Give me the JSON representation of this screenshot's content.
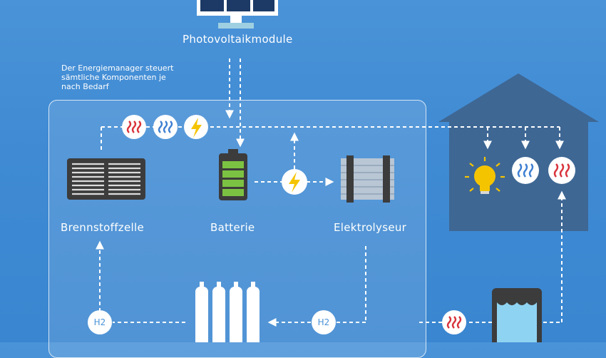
{
  "labels": {
    "photovoltaik": "Photovoltaikmodule",
    "brennstoffzelle": "Brennstoffzelle",
    "batterie": "Batterie",
    "elektrolyseur": "Elektrolyseur"
  },
  "note": {
    "line1": "Der Energiemanager steuert",
    "line2": "sämtliche Komponenten je",
    "line3": "nach Bedarf"
  },
  "badges": {
    "h2_left": "H2",
    "h2_middle": "H2"
  },
  "icons": {
    "heat": "heat-wave-icon",
    "cold": "cold-wave-icon",
    "electricity": "lightning-bolt-icon",
    "light": "light-bulb-icon"
  },
  "colors": {
    "background": "#4a93d8",
    "heat": "#d8323a",
    "cold": "#3e7fd2",
    "electricity": "#f5c400",
    "battery": "#7cc242",
    "house": "#3e6794",
    "component_dark": "#3c3c3c"
  }
}
